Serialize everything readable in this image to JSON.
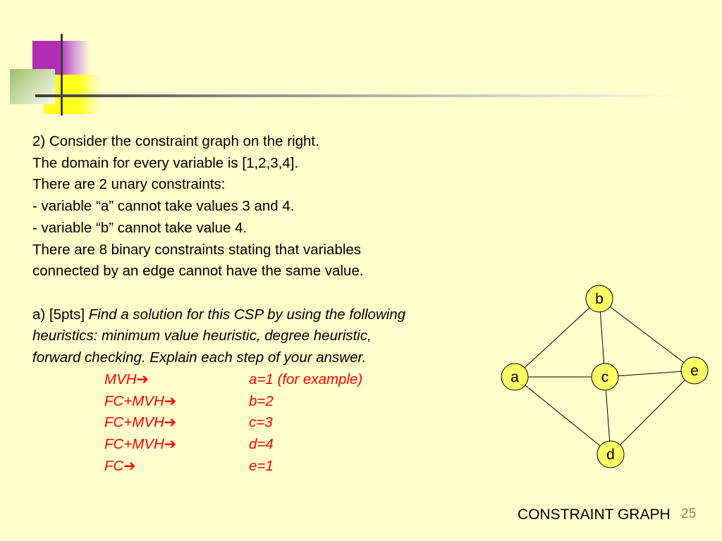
{
  "question": {
    "lines": [
      "2) Consider the constraint graph on the right.",
      "The domain for every variable is [1,2,3,4].",
      "There are 2 unary constraints:",
      "- variable “a” cannot take values 3 and 4.",
      "- variable “b” cannot take value 4.",
      "There are 8 binary constraints stating that variables",
      "connected by an edge cannot have the same value."
    ],
    "part_a": {
      "prefix": "a) [5pts] ",
      "italic_line1": "Find a solution for this CSP by using the following",
      "italic_line2": "heuristics: minimum value heuristic, degree heuristic,",
      "italic_line3": "forward checking. Explain each step of your answer."
    }
  },
  "answers": [
    {
      "label": "MVH",
      "value": "a=1 (for example)"
    },
    {
      "label": "FC+MVH",
      "value": "b=2"
    },
    {
      "label": "FC+MVH",
      "value": "c=3"
    },
    {
      "label": "FC+MVH",
      "value": "d=4"
    },
    {
      "label": "FC",
      "value": "e=1"
    }
  ],
  "graph": {
    "nodes": [
      {
        "id": "b",
        "label": "b"
      },
      {
        "id": "a",
        "label": "a"
      },
      {
        "id": "c",
        "label": "c"
      },
      {
        "id": "e",
        "label": "e"
      },
      {
        "id": "d",
        "label": "d"
      }
    ],
    "edges": [
      [
        "a",
        "b"
      ],
      [
        "b",
        "c"
      ],
      [
        "b",
        "e"
      ],
      [
        "a",
        "c"
      ],
      [
        "c",
        "e"
      ],
      [
        "a",
        "d"
      ],
      [
        "c",
        "d"
      ],
      [
        "d",
        "e"
      ]
    ],
    "node_fill": "#FFFF66",
    "edge_color": "#000000"
  },
  "footer": {
    "title": "CONSTRAINT GRAPH",
    "slide_number": "25"
  },
  "colors": {
    "background": "#FFFFCC",
    "answer_text": "#FF0000"
  }
}
